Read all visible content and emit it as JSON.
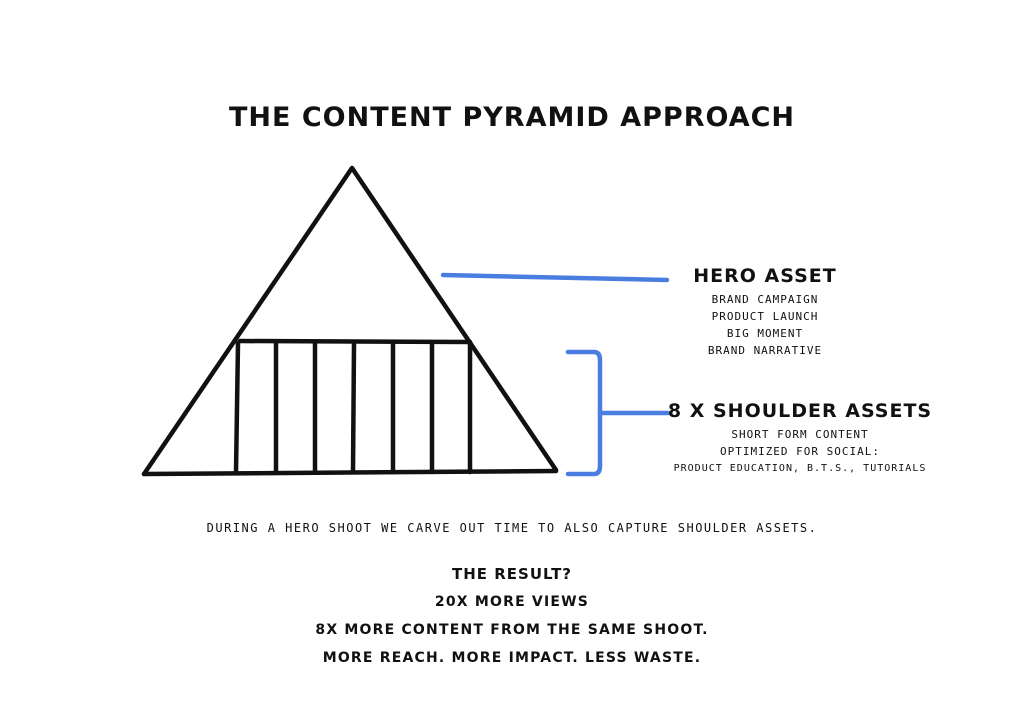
{
  "title": "THE CONTENT PYRAMID APPROACH",
  "hero": {
    "heading": "HERO ASSET",
    "lines": [
      "BRAND CAMPAIGN",
      "PRODUCT LAUNCH",
      "BIG MOMENT",
      "BRAND NARRATIVE"
    ]
  },
  "shoulder": {
    "heading": "8 x SHOULDER ASSETS",
    "lines": [
      "SHORT FORM CONTENT",
      "OPTIMIZED FOR SOCIAL:",
      "PRODUCT EDUCATION, B.T.S., TUTORIALS"
    ]
  },
  "note": "DURING A HERO SHOOT WE CARVE OUT TIME TO ALSO CAPTURE  SHOULDER ASSETS.",
  "result": {
    "heading": "THE RESULT?",
    "lines": [
      "20x MORE VIEWS",
      "8x MORE CONTENT FROM THE SAME SHOOT.",
      "MORE REACH. MORE IMPACT.  LESS WASTE."
    ]
  },
  "colors": {
    "ink": "#111111",
    "connector": "#4a7de0"
  },
  "icons": {
    "hero_connector": "connector-line",
    "shoulder_connector": "bracket-connector"
  }
}
